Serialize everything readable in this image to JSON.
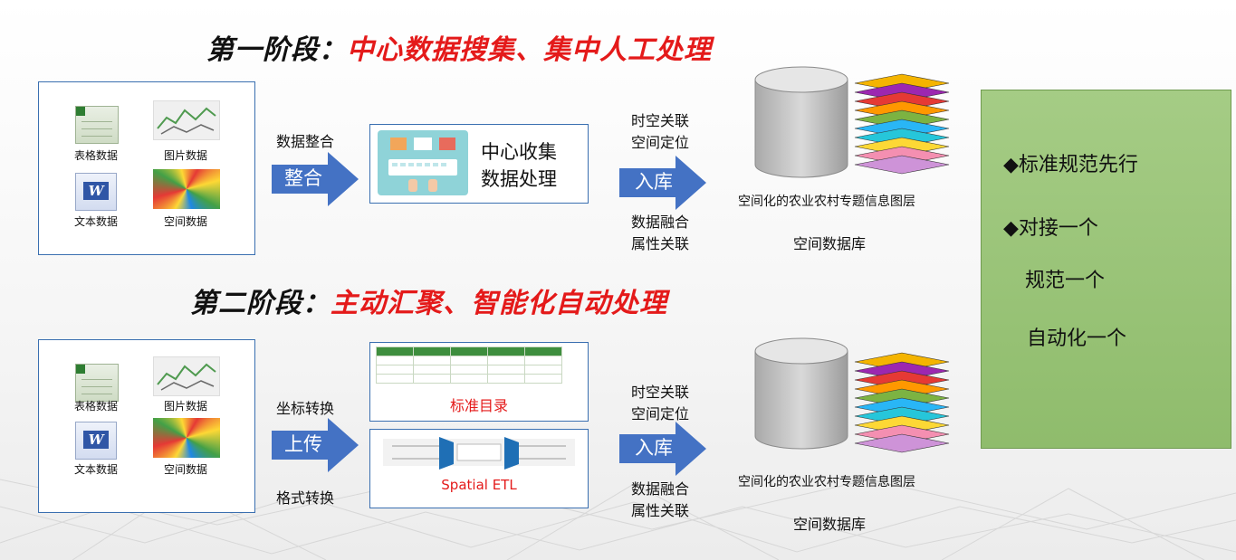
{
  "stage1": {
    "title_prefix": "第一阶段：",
    "title_highlight": "中心数据搜集、集中人工处理",
    "sources": [
      "表格数据",
      "图片数据",
      "文本数据",
      "空间数据"
    ],
    "step_label": "数据整合",
    "arrow_label": "整合",
    "process_text_1": "中心收集",
    "process_text_2": "数据处理",
    "db_top_1": "时空关联",
    "db_top_2": "空间定位",
    "db_arrow": "入库",
    "db_bottom_1": "数据融合",
    "db_bottom_2": "属性关联",
    "layer_caption": "空间化的农业农村专题信息图层",
    "db_caption": "空间数据库"
  },
  "stage2": {
    "title_prefix": "第二阶段：",
    "title_highlight": "主动汇聚、智能化自动处理",
    "sources": [
      "表格数据",
      "图片数据",
      "文本数据",
      "空间数据"
    ],
    "label_top": "坐标转换",
    "arrow_label": "上传",
    "label_bottom": "格式转换",
    "catalog_label": "标准目录",
    "etl_label": "Spatial ETL",
    "db_top_1": "时空关联",
    "db_top_2": "空间定位",
    "db_arrow": "入库",
    "db_bottom_1": "数据融合",
    "db_bottom_2": "属性关联",
    "layer_caption": "空间化的农业农村专题信息图层",
    "db_caption": "空间数据库"
  },
  "principles": {
    "line1": "◆标准规范先行",
    "line2": "◆对接一个",
    "line3": "规范一个",
    "line4": "自动化一个"
  },
  "colors": {
    "arrow_blue": "#4472c4",
    "title_red": "#e41a1a",
    "box_border": "#3a6fb0",
    "green_panel": "#9bc47a"
  },
  "icons": [
    "excel-icon",
    "map-image-icon",
    "word-icon",
    "spatial-map-icon",
    "database-cylinder-icon",
    "layer-stack-icon",
    "keyboard-screen-icon",
    "etl-pipeline-icon"
  ]
}
